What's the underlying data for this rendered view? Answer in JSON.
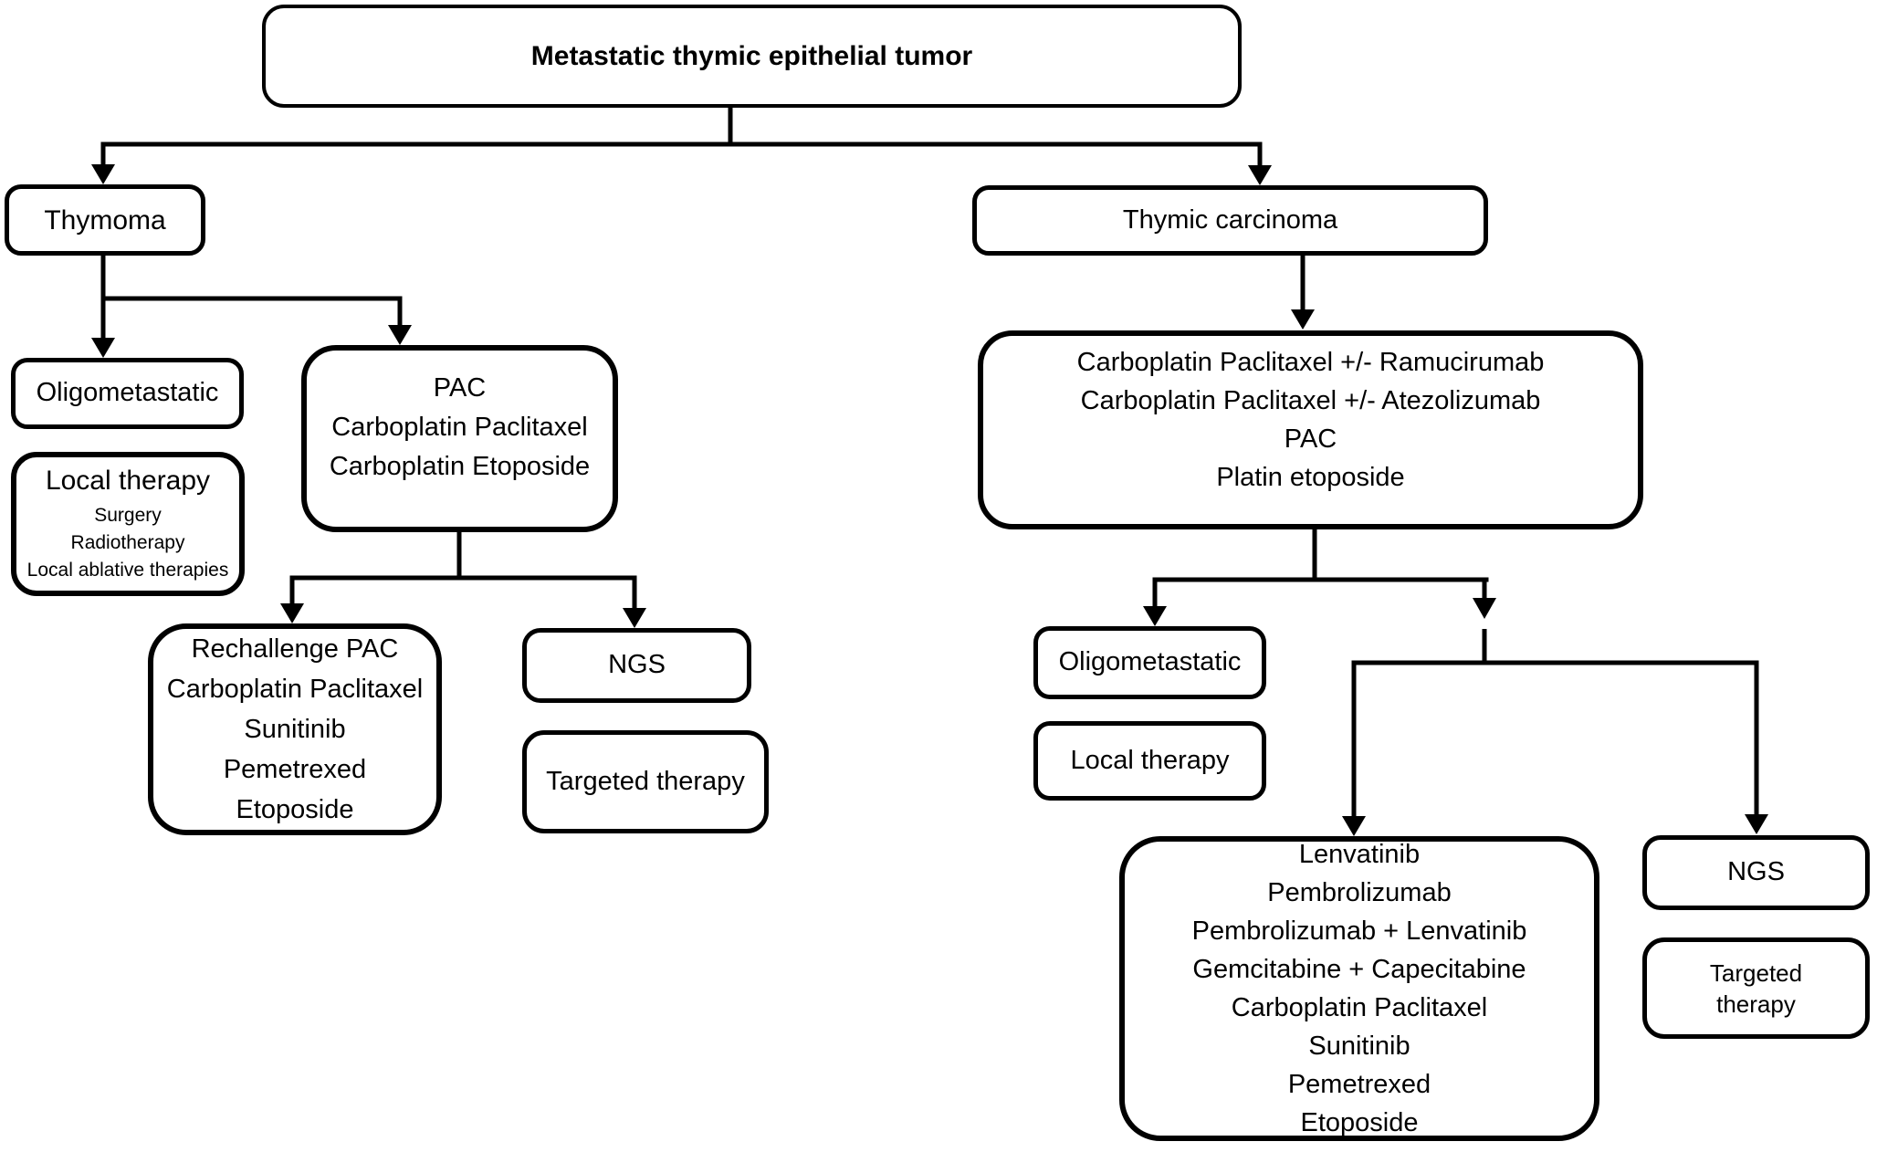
{
  "colors": {
    "background": "#ffffff",
    "line": "#000000",
    "box_border": "#000000",
    "box_fill": "#ffffff",
    "text": "#000000"
  },
  "nodes": {
    "root": {
      "label": "Metastatic thymic epithelial tumor"
    },
    "thymoma": {
      "label": "Thymoma"
    },
    "thymoma_oligometastatic": {
      "label": "Oligometastatic"
    },
    "thymoma_local_therapy": {
      "title": "Local therapy",
      "lines": [
        "Surgery",
        "Radiotherapy",
        "Local ablative therapies"
      ]
    },
    "thymoma_first_line": {
      "lines": [
        "PAC",
        "Carboplatin Paclitaxel",
        "Carboplatin Etoposide"
      ]
    },
    "thymoma_second_line": {
      "lines": [
        "Rechallenge PAC",
        "Carboplatin Paclitaxel",
        "Sunitinib",
        "Pemetrexed",
        "Etoposide"
      ]
    },
    "thymoma_ngs": {
      "label": "NGS"
    },
    "thymoma_targeted_therapy": {
      "label": "Targeted therapy"
    },
    "carcinoma": {
      "label": "Thymic carcinoma"
    },
    "carcinoma_first_line": {
      "lines": [
        "Carboplatin Paclitaxel +/- Ramucirumab",
        "Carboplatin Paclitaxel +/- Atezolizumab",
        "PAC",
        "Platin etoposide"
      ]
    },
    "carcinoma_oligometastatic": {
      "label": "Oligometastatic"
    },
    "carcinoma_local_therapy": {
      "label": "Local therapy"
    },
    "carcinoma_second_line": {
      "lines": [
        "Lenvatinib",
        "Pembrolizumab",
        "Pembrolizumab + Lenvatinib",
        "Gemcitabine + Capecitabine",
        "Carboplatin Paclitaxel",
        "Sunitinib",
        "Pemetrexed",
        "Etoposide"
      ]
    },
    "carcinoma_ngs": {
      "label": "NGS"
    },
    "carcinoma_targeted_therapy": {
      "lines": [
        "Targeted",
        "therapy"
      ]
    }
  }
}
